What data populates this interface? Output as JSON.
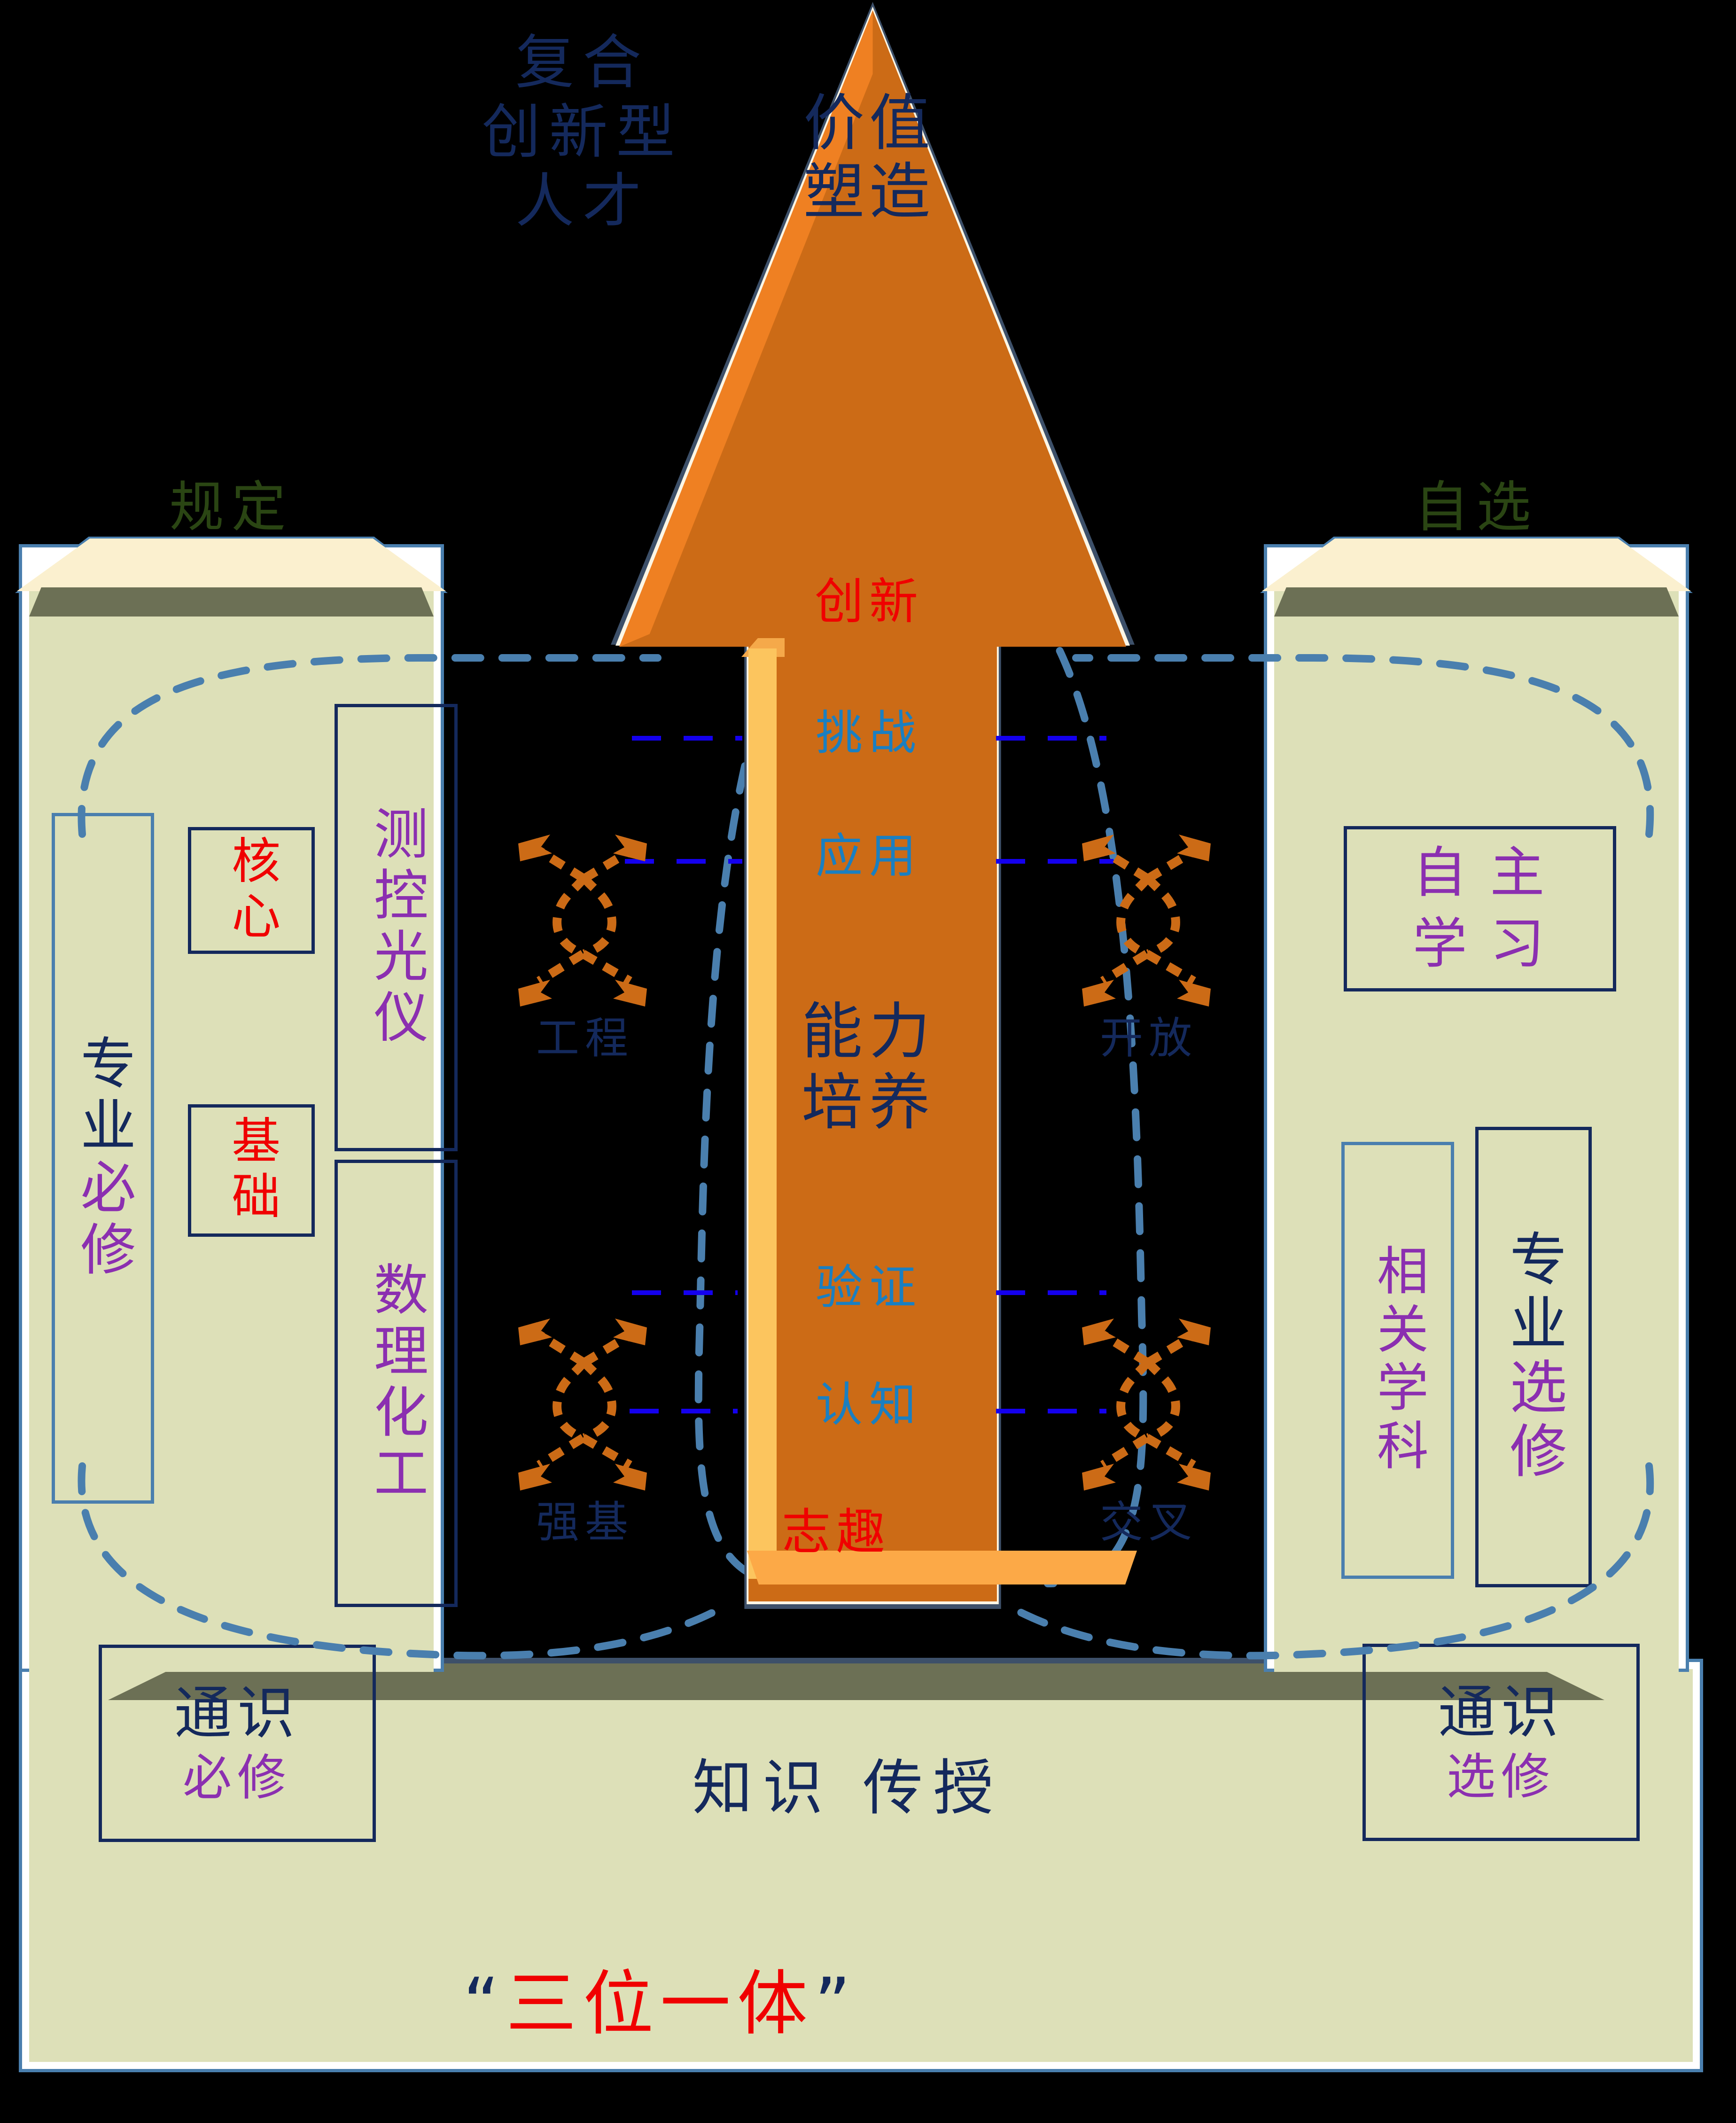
{
  "headline": {
    "line1": "复合",
    "line2": "创新型",
    "line3": "人才"
  },
  "pillars": {
    "left_title": "规定",
    "right_title": "自选"
  },
  "arrow": {
    "top_line1": "价值",
    "top_line2": "塑造",
    "chuangxin": "创新",
    "tiaozhan": "挑战",
    "yingyong": "应用",
    "nengli_line1": "能力",
    "nengli_line2": "培养",
    "yanzheng": "验证",
    "renzhi": "认知",
    "zhiqu": "志趣"
  },
  "left_pillar": {
    "zhuanye": "专业",
    "bixiu": "必修",
    "hexin": "核心",
    "jichu": "基础",
    "cekong_guangyi": "测控光仪",
    "shuli_huagong": "数理化工",
    "tongshi": "通识",
    "tongshi_bixiu": "必修"
  },
  "right_pillar": {
    "zizhu_xuexi_1": "自 主",
    "zizhu_xuexi_2": "学 习",
    "xiangguan_xueke": "相关学科",
    "zhuanye": "专业",
    "xuanxiu": "选修",
    "tongshi": "通识",
    "tongshi_xuanxiu": "选修"
  },
  "cross_labels": {
    "gongcheng": "工程",
    "kaifang": "开放",
    "qiangji": "强基",
    "jiaocha": "交叉"
  },
  "footer": {
    "zhishi_chuanshou": "知识  传授",
    "quote_open": "“",
    "sanwei_yiti": "三位一体",
    "quote_close": "”"
  },
  "icons": {
    "cross_arrows": "cross-arrows-icon",
    "up_arrow": "up-arrow-icon"
  },
  "colors": {
    "navy": "#14295c",
    "purple": "#8b2fb0",
    "red": "#f00000",
    "blue": "#1a7fc1",
    "dark_green": "#2a4513",
    "orange": "#cc6b16",
    "orange_light": "#ef8022",
    "olive": "#dde0b8",
    "cream": "#fbf0cf",
    "steel_blue": "#4a7fae",
    "dash_blue": "#1400ee"
  }
}
